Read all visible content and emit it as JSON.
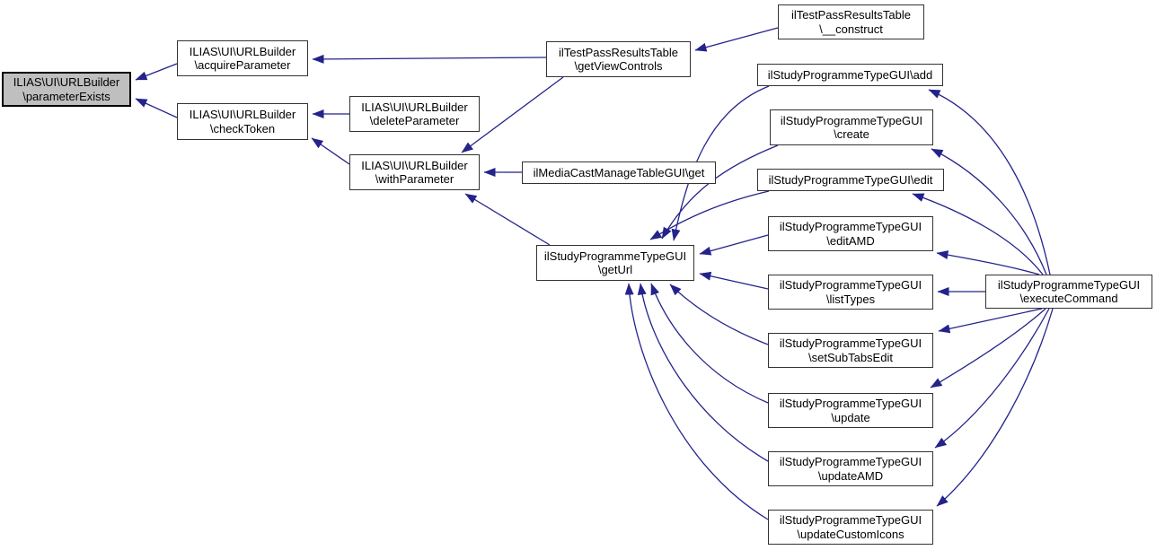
{
  "colors": {
    "background": "#ffffff",
    "edge": "#23238b",
    "node_fill": "#ffffff",
    "node_border": "#333333",
    "highlight_fill": "#bfbfbf",
    "text": "#000000"
  },
  "nodes": {
    "parameterExists": {
      "lines": [
        "ILIAS\\UI\\URLBuilder",
        "\\parameterExists"
      ]
    },
    "acquireParameter": {
      "lines": [
        "ILIAS\\UI\\URLBuilder",
        "\\acquireParameter"
      ]
    },
    "checkToken": {
      "lines": [
        "ILIAS\\UI\\URLBuilder",
        "\\checkToken"
      ]
    },
    "deleteParameter": {
      "lines": [
        "ILIAS\\UI\\URLBuilder",
        "\\deleteParameter"
      ]
    },
    "withParameter": {
      "lines": [
        "ILIAS\\UI\\URLBuilder",
        "\\withParameter"
      ]
    },
    "getViewControls": {
      "lines": [
        "ilTestPassResultsTable",
        "\\getViewControls"
      ]
    },
    "construct": {
      "lines": [
        "ilTestPassResultsTable",
        "\\__construct"
      ]
    },
    "mediaCastGet": {
      "lines": [
        "ilMediaCastManageTableGUI\\get"
      ]
    },
    "getUrl": {
      "lines": [
        "ilStudyProgrammeTypeGUI",
        "\\getUrl"
      ]
    },
    "add": {
      "lines": [
        "ilStudyProgrammeTypeGUI\\add"
      ]
    },
    "create": {
      "lines": [
        "ilStudyProgrammeTypeGUI",
        "\\create"
      ]
    },
    "edit": {
      "lines": [
        "ilStudyProgrammeTypeGUI\\edit"
      ]
    },
    "editAMD": {
      "lines": [
        "ilStudyProgrammeTypeGUI",
        "\\editAMD"
      ]
    },
    "listTypes": {
      "lines": [
        "ilStudyProgrammeTypeGUI",
        "\\listTypes"
      ]
    },
    "setSubTabsEdit": {
      "lines": [
        "ilStudyProgrammeTypeGUI",
        "\\setSubTabsEdit"
      ]
    },
    "update": {
      "lines": [
        "ilStudyProgrammeTypeGUI",
        "\\update"
      ]
    },
    "updateAMD": {
      "lines": [
        "ilStudyProgrammeTypeGUI",
        "\\updateAMD"
      ]
    },
    "updateCustomIcons": {
      "lines": [
        "ilStudyProgrammeTypeGUI",
        "\\updateCustomIcons"
      ]
    },
    "executeCommand": {
      "lines": [
        "ilStudyProgrammeTypeGUI",
        "\\executeCommand"
      ]
    }
  },
  "edges": [
    {
      "from": "acquireParameter",
      "to": "parameterExists"
    },
    {
      "from": "checkToken",
      "to": "parameterExists"
    },
    {
      "from": "getViewControls",
      "to": "acquireParameter"
    },
    {
      "from": "construct",
      "to": "getViewControls"
    },
    {
      "from": "deleteParameter",
      "to": "checkToken"
    },
    {
      "from": "withParameter",
      "to": "checkToken"
    },
    {
      "from": "getViewControls",
      "to": "withParameter"
    },
    {
      "from": "mediaCastGet",
      "to": "withParameter"
    },
    {
      "from": "getUrl",
      "to": "withParameter"
    },
    {
      "from": "add",
      "to": "getUrl"
    },
    {
      "from": "create",
      "to": "getUrl"
    },
    {
      "from": "edit",
      "to": "getUrl"
    },
    {
      "from": "editAMD",
      "to": "getUrl"
    },
    {
      "from": "listTypes",
      "to": "getUrl"
    },
    {
      "from": "setSubTabsEdit",
      "to": "getUrl"
    },
    {
      "from": "update",
      "to": "getUrl"
    },
    {
      "from": "updateAMD",
      "to": "getUrl"
    },
    {
      "from": "updateCustomIcons",
      "to": "getUrl"
    },
    {
      "from": "executeCommand",
      "to": "add"
    },
    {
      "from": "executeCommand",
      "to": "create"
    },
    {
      "from": "executeCommand",
      "to": "edit"
    },
    {
      "from": "executeCommand",
      "to": "editAMD"
    },
    {
      "from": "executeCommand",
      "to": "listTypes"
    },
    {
      "from": "executeCommand",
      "to": "setSubTabsEdit"
    },
    {
      "from": "executeCommand",
      "to": "update"
    },
    {
      "from": "executeCommand",
      "to": "updateAMD"
    },
    {
      "from": "executeCommand",
      "to": "updateCustomIcons"
    }
  ]
}
